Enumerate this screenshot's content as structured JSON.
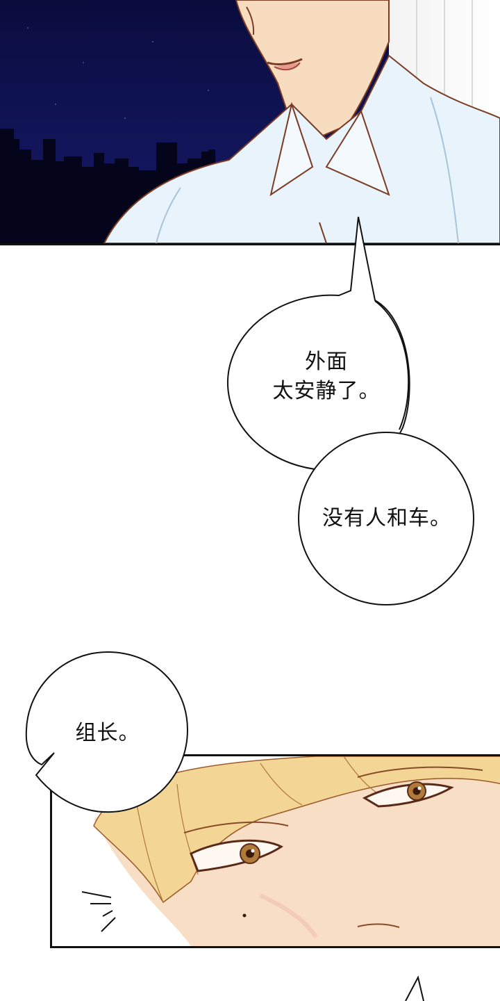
{
  "dialogue": {
    "bubble_1": {
      "line_1": "外面",
      "line_2": "太安静了。"
    },
    "bubble_2": {
      "line_1": "没有人和车。"
    },
    "bubble_3": {
      "line_1": "组长。"
    }
  },
  "colors": {
    "night_sky": "#0d0f4a",
    "skyline": "#05061e",
    "shirt": "#e6f2fb",
    "skin": "#f7d9bb",
    "hair": "#f1d28f",
    "line_art": "#7a3b22",
    "panel_border": "#111111",
    "iris": "#b07a3a"
  }
}
